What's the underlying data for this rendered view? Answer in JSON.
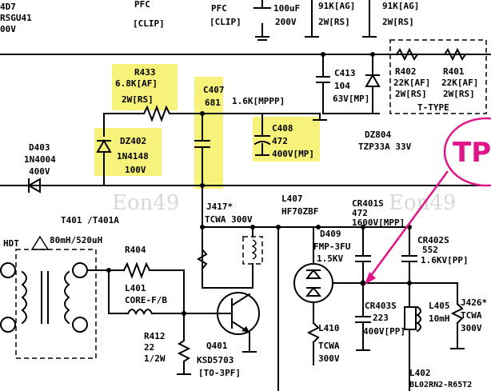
{
  "labels": {
    "top_pfc1": "PFC",
    "top_clip1": "[CLIP]",
    "top_pfc2": "PFC",
    "top_clip2": "[CLIP]",
    "top_cap_val": "100uF",
    "top_cap_v": "200V",
    "top_res1": "91K[AG]",
    "top_res1_w": "2W[RS]",
    "top_res2": "91K[AG]",
    "top_res2_w": "2W[RS]",
    "left_top1": "4D7",
    "left_top2": "R5GU41",
    "left_top3": "00V",
    "r433_name": "R433",
    "r433_val": "6.8K[AF]",
    "r433_w": "2W[RS]",
    "dz402_name": "DZ402",
    "dz402_part": "1N4148",
    "dz402_v": "100V",
    "d403_name": "D403",
    "d403_part": "1N4004",
    "d403_v": "400V",
    "c407_name": "C407",
    "c407_val": "681",
    "c407_note": "1.6K[MPPP]",
    "c408_name": "C408",
    "c408_val": "472",
    "c408_v": "400V[MP]",
    "c413_name": "C413",
    "c413_val": "104",
    "c413_v": "63V[MP]",
    "dz804_name": "DZ804",
    "dz804_part": "TZP33A 33V",
    "r402_name": "R402",
    "r402_val": "22K[AF]",
    "r402_w": "2W[RS]",
    "r401_name": "R401",
    "r401_val": "22K[AF]",
    "r401_w": "2W[RS]",
    "ttype": "T-TYPE",
    "tp": "TP",
    "wm1": "Eon49",
    "wm2": "Eon49",
    "j417_name": "J417*",
    "j417_part": "TCWA 300V",
    "l407_name": "L407",
    "l407_part": "HF70ZBF",
    "cr401_name": "CR401S",
    "cr401_val": "472",
    "cr401_v": "1600V[MPP]",
    "t401_name": "T401 /T401A",
    "t401_val": "80mH/520uH",
    "hdt": "HDT",
    "r404_name": "R404",
    "l401_name": "L401",
    "l401_part": "CORE-F/B",
    "d409_name": "D409",
    "d409_part": "FMP-3FU",
    "d409_v": "1.5KV",
    "cr402_name": "CR402S",
    "cr402_val": "552",
    "cr402_v": "1.6KV[PP]",
    "r412_name": "R412",
    "r412_val": "22",
    "r412_w": "1/2W",
    "q401_name": "Q401",
    "q401_part": "KSD5703",
    "q401_pkg": "[TO-3PF]",
    "cr403_name": "CR403S",
    "cr403_val": "223",
    "cr403_v": "400V[PP]",
    "l405_name": "L405",
    "l405_val": "10mH",
    "j426_name": "J426*",
    "j426_part": "TCWA",
    "j426_v": "300V",
    "l410_name": "L410",
    "l410_part": "TCWA",
    "l410_v": "300V",
    "l402_name": "L402",
    "l402_part": "BL02RN2-R65T2"
  },
  "colors": {
    "highlight": "#f6f27a",
    "tp_accent": "#e0158a",
    "wire": "#000000"
  }
}
